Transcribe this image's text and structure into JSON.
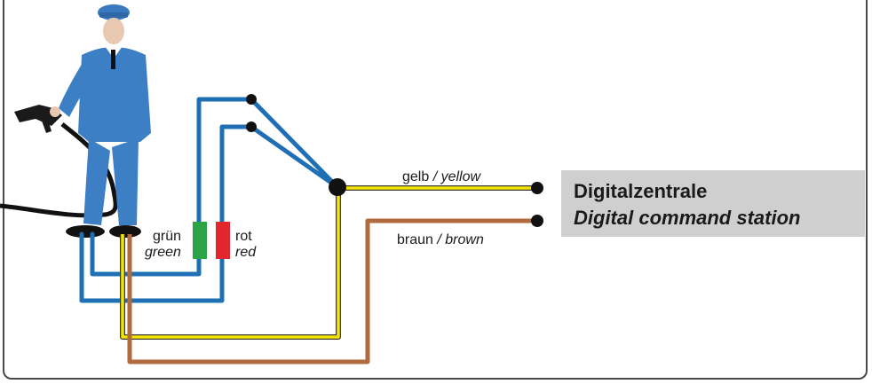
{
  "labels": {
    "gruen": "grün",
    "green": "green",
    "rot": "rot",
    "red": "red",
    "gelb": "gelb",
    "yellow": "/ yellow",
    "braun": "braun",
    "brown": "/ brown"
  },
  "station": {
    "line1": "Digitalzentrale",
    "line2": "Digital command station"
  },
  "colors": {
    "blue_wire": "#1f6fb4",
    "yellow_wire": "#f5e400",
    "brown_wire": "#b06a3c",
    "green_terminal": "#2aa444",
    "red_terminal": "#e3262b",
    "figure": "#3d7fc4"
  },
  "icons": [
    "fuel-attendant-figure",
    "fuel-nozzle-icon"
  ]
}
